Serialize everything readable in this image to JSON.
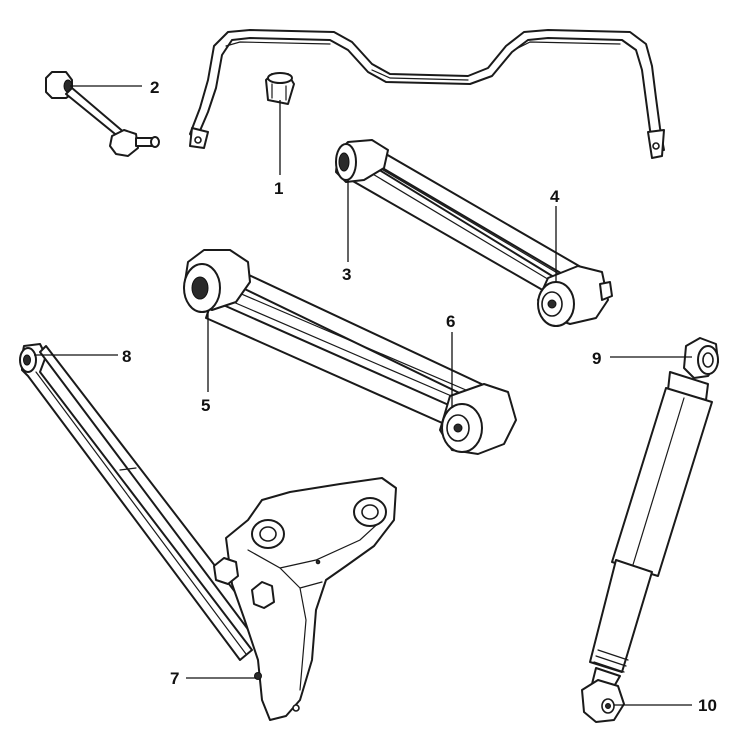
{
  "diagram": {
    "line_color": "#1a1a1a",
    "background": "#ffffff",
    "callouts": [
      "1",
      "2",
      "3",
      "4",
      "5",
      "6",
      "7",
      "8",
      "9",
      "10"
    ]
  }
}
